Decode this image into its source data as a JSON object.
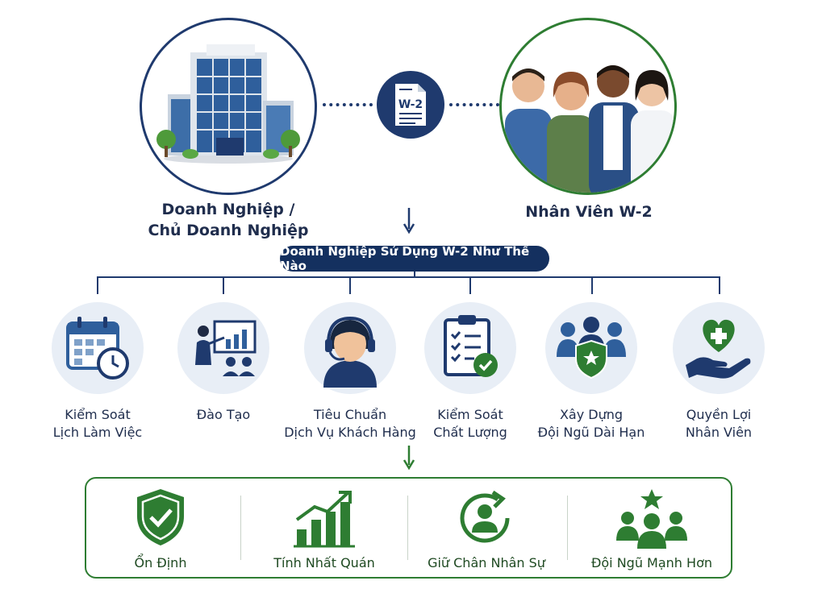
{
  "parties": {
    "employer": {
      "line1": "Doanh Nghiệp /",
      "line2": "Chủ Doanh Nghiệp"
    },
    "document": {
      "badge": "W-2"
    },
    "employee": {
      "label": "Nhân Viên W-2"
    }
  },
  "central_label": "Doanh Nghiệp Sử Dụng W-2 Như Thế Nào",
  "uses": [
    {
      "line1": "Kiểm Soát",
      "line2": "Lịch Làm Việc",
      "icon": "calendar-clock-icon"
    },
    {
      "line1": "Đào Tạo",
      "line2": "",
      "icon": "training-presentation-icon"
    },
    {
      "line1": "Tiêu Chuẩn",
      "line2": "Dịch Vụ Khách Hàng",
      "icon": "customer-service-agent-icon"
    },
    {
      "line1": "Kiểm Soát",
      "line2": "Chất Lượng",
      "icon": "quality-checklist-icon"
    },
    {
      "line1": "Xây Dựng",
      "line2": "Đội Ngũ Dài Hạn",
      "icon": "team-shield-icon"
    },
    {
      "line1": "Quyền Lợi",
      "line2": "Nhân Viên",
      "icon": "hand-heart-icon"
    }
  ],
  "outcomes": [
    {
      "label": "Ổn Định",
      "icon": "shield-check-icon"
    },
    {
      "label": "Tính Nhất Quán",
      "icon": "growth-bar-chart-icon"
    },
    {
      "label": "Giữ Chân Nhân Sự",
      "icon": "retention-cycle-icon"
    },
    {
      "label": "Đội Ngũ Mạnh Hơn",
      "icon": "team-star-icon"
    }
  ],
  "colors": {
    "navy": "#1f3a6e",
    "green": "#2e7d32",
    "icon_bg": "#e8eef6"
  }
}
